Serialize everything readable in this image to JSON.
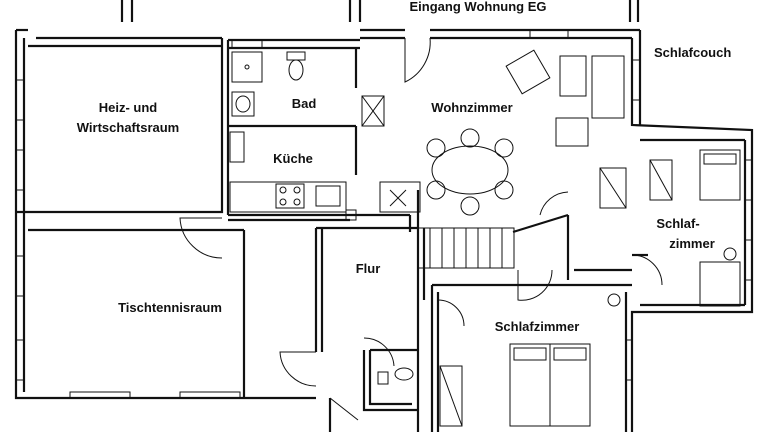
{
  "title": "Eingang Wohnung EG",
  "rooms": {
    "heiz": [
      "Heiz- und",
      "Wirtschaftsraum"
    ],
    "bad": "Bad",
    "kueche": "Küche",
    "wohnzimmer": "Wohnzimmer",
    "schlafcouch": "Schlafcouch",
    "schlafzimmer_klein": [
      "Schlaf-",
      "zimmer"
    ],
    "tischtennis": "Tischtennisraum",
    "flur": "Flur",
    "schlafzimmer": "Schlafzimmer"
  },
  "colors": {
    "line": "#111111",
    "background": "#ffffff"
  },
  "icons": [
    "toilet-icon",
    "sink-icon",
    "shower-icon",
    "stove-icon",
    "bed-icon",
    "armchair-icon",
    "sofa-icon",
    "dining-table-icon",
    "stairs-icon",
    "closet-icon",
    "fireplace-icon"
  ]
}
